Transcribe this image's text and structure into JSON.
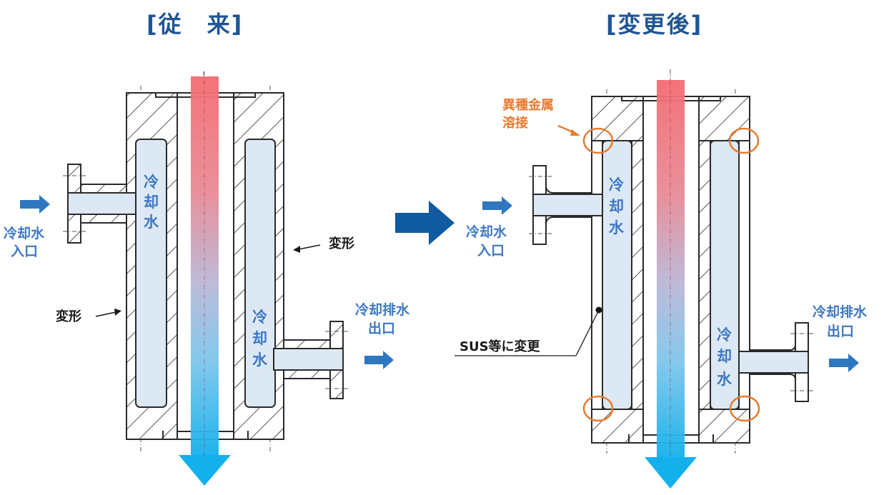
{
  "panels": {
    "before": {
      "title": "[従　来]",
      "inlet_label": [
        "冷却水",
        "入口"
      ],
      "outlet_label": [
        "冷却排水",
        "出口"
      ],
      "water_label_left": [
        "冷",
        "却",
        "水"
      ],
      "water_label_right": [
        "冷",
        "却",
        "水"
      ],
      "deformation_label_right": "変形",
      "deformation_label_left": "変形"
    },
    "after": {
      "title": "[変更後]",
      "inlet_label": [
        "冷却水",
        "入口"
      ],
      "outlet_label": [
        "冷却排水",
        "出口"
      ],
      "water_label_left": [
        "冷",
        "却",
        "水"
      ],
      "water_label_right": [
        "冷",
        "却",
        "水"
      ],
      "weld_label": [
        "異種金属",
        "溶接"
      ],
      "material_change_label": "SUS等に変更"
    }
  },
  "colors": {
    "title": "#1f5595",
    "label_blue": "#3d78c4",
    "flow_hot": "#f46b72",
    "flow_cold": "#13b0ec",
    "water_fill": "#dde8f5",
    "weld_highlight": "#e87a30",
    "transition_arrow": "#0f5aa0",
    "small_arrow": "#2f78c0"
  },
  "icons": {
    "transition": "arrow-right-icon",
    "inflow": "arrow-right-icon",
    "outflow": "arrow-right-icon",
    "flow_direction": "arrow-down-icon"
  }
}
